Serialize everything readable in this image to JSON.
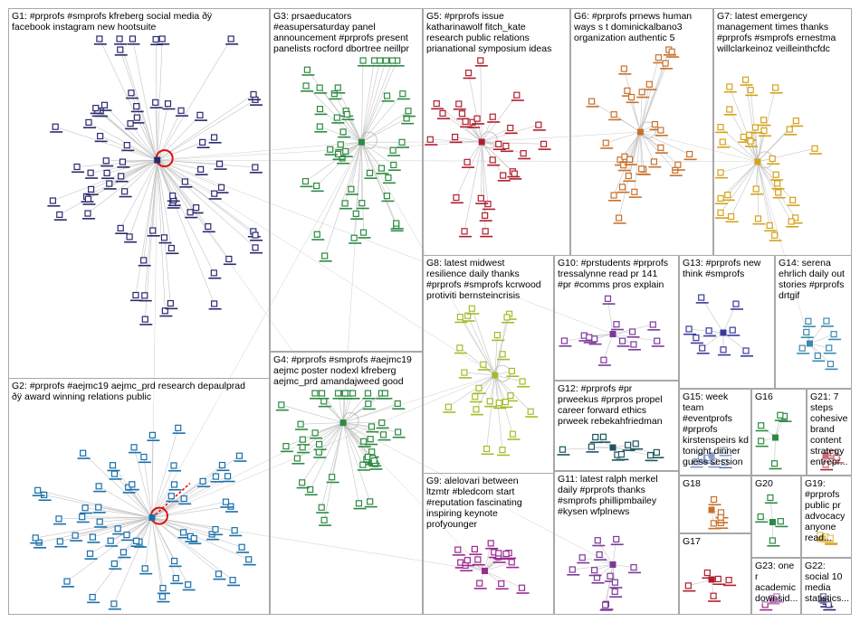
{
  "groups": [
    {
      "id": "G1",
      "label": "G1: #prprofs #smprofs kfreberg social media ðÿ\nfacebook instagram new hootsuite",
      "color": "#2a2a6e",
      "nodes": 70
    },
    {
      "id": "G2",
      "label": "G2: #prprofs #aejmc19 aejmc_prd research depaulprad\nðÿ award winning relations public",
      "color": "#1a6fa8",
      "nodes": 60
    },
    {
      "id": "G3",
      "label": "G3: prsaeducators\n#easupersaturday panel\nannouncement #prprofs present\npanelists rocford dbortree neillpr",
      "color": "#2e8a43",
      "nodes": 45
    },
    {
      "id": "G4",
      "label": "G4: #prprofs #smprofs #aejmc19\naejmc poster nodexl kfreberg\naejmc_prd amandajweed good",
      "color": "#2e8a43",
      "nodes": 42
    },
    {
      "id": "G5",
      "label": "G5: #prprofs issue\nkatharinawolf fitch_kate\nresearch public relations\nprianational symposium ideas",
      "color": "#b01e2e",
      "nodes": 30
    },
    {
      "id": "G6",
      "label": "G6: #prprofs prnews human\nways s t dominickalbano3\norganization authentic 5",
      "color": "#c8702a",
      "nodes": 30
    },
    {
      "id": "G7",
      "label": "G7: latest emergency\nmanagement times thanks\n#prprofs #smprofs ernestma\nwillclarkeinoz veilleinthcfdc",
      "color": "#d4a21a",
      "nodes": 32
    },
    {
      "id": "G8",
      "label": "G8: latest midwest\nresilience daily thanks\n#prprofs #smprofs kcrwood\nprotiviti bernsteincrisis",
      "color": "#a4bc2a",
      "nodes": 24
    },
    {
      "id": "G9",
      "label": "G9: alelovari between\nltzmtr #bledcom start\n#reputation fascinating\ninspiring keynote\nprofyounger",
      "color": "#9b2a8e",
      "nodes": 16
    },
    {
      "id": "G10",
      "label": "G10: #prstudents #prprofs\ntressalynne read pr 141\n#pr #comms pros explain",
      "color": "#7a3a9a",
      "nodes": 12
    },
    {
      "id": "G11",
      "label": "G11: latest ralph merkel\ndaily #prprofs thanks\n#smprofs phillipmbailey\n#kysen wfplnews",
      "color": "#7a3a9a",
      "nodes": 13
    },
    {
      "id": "G12",
      "label": "G12: #prprofs #pr\nprweekus #prpros propel\ncareer forward ethics\nprweek rebekahfriedman",
      "color": "#1c5560",
      "nodes": 10
    },
    {
      "id": "G13",
      "label": "G13: #prprofs new\nthink #smprofs",
      "color": "#3a3a9a",
      "nodes": 9
    },
    {
      "id": "G14",
      "label": "G14: serena\nehrlich daily out\nstories #prprofs\ndrtgif",
      "color": "#3a8ab0",
      "nodes": 8
    },
    {
      "id": "G15",
      "label": "G15: week\nteam\n#eventprofs\n#prprofs\nkirstenspeirs kd\ntonight dinner\nguess session",
      "color": "#4a6aa8",
      "nodes": 6
    },
    {
      "id": "G16",
      "label": "G16",
      "color": "#2e8a43",
      "nodes": 5
    },
    {
      "id": "G17",
      "label": "G17",
      "color": "#b01e2e",
      "nodes": 5
    },
    {
      "id": "G18",
      "label": "G18",
      "color": "#c8702a",
      "nodes": 5
    },
    {
      "id": "G19",
      "label": "G19:\n#prprofs\npublic pr\nadvocacy\nanyone\nread...",
      "color": "#d4a21a",
      "nodes": 5
    },
    {
      "id": "G20",
      "label": "G20",
      "color": "#2e8a43",
      "nodes": 4
    },
    {
      "id": "G21",
      "label": "G21: 7\nsteps\ncohesive\nbrand\ncontent\nstrategy\nentrepr...",
      "color": "#b01e2e",
      "nodes": 4
    },
    {
      "id": "G22",
      "label": "G22:\nsocial 10\nmedia\nstatistics...",
      "color": "#2a2a6e",
      "nodes": 3
    },
    {
      "id": "G23",
      "label": "G23: one\nr\nacademic\ndownsid...",
      "color": "#9b2a8e",
      "nodes": 3
    }
  ]
}
